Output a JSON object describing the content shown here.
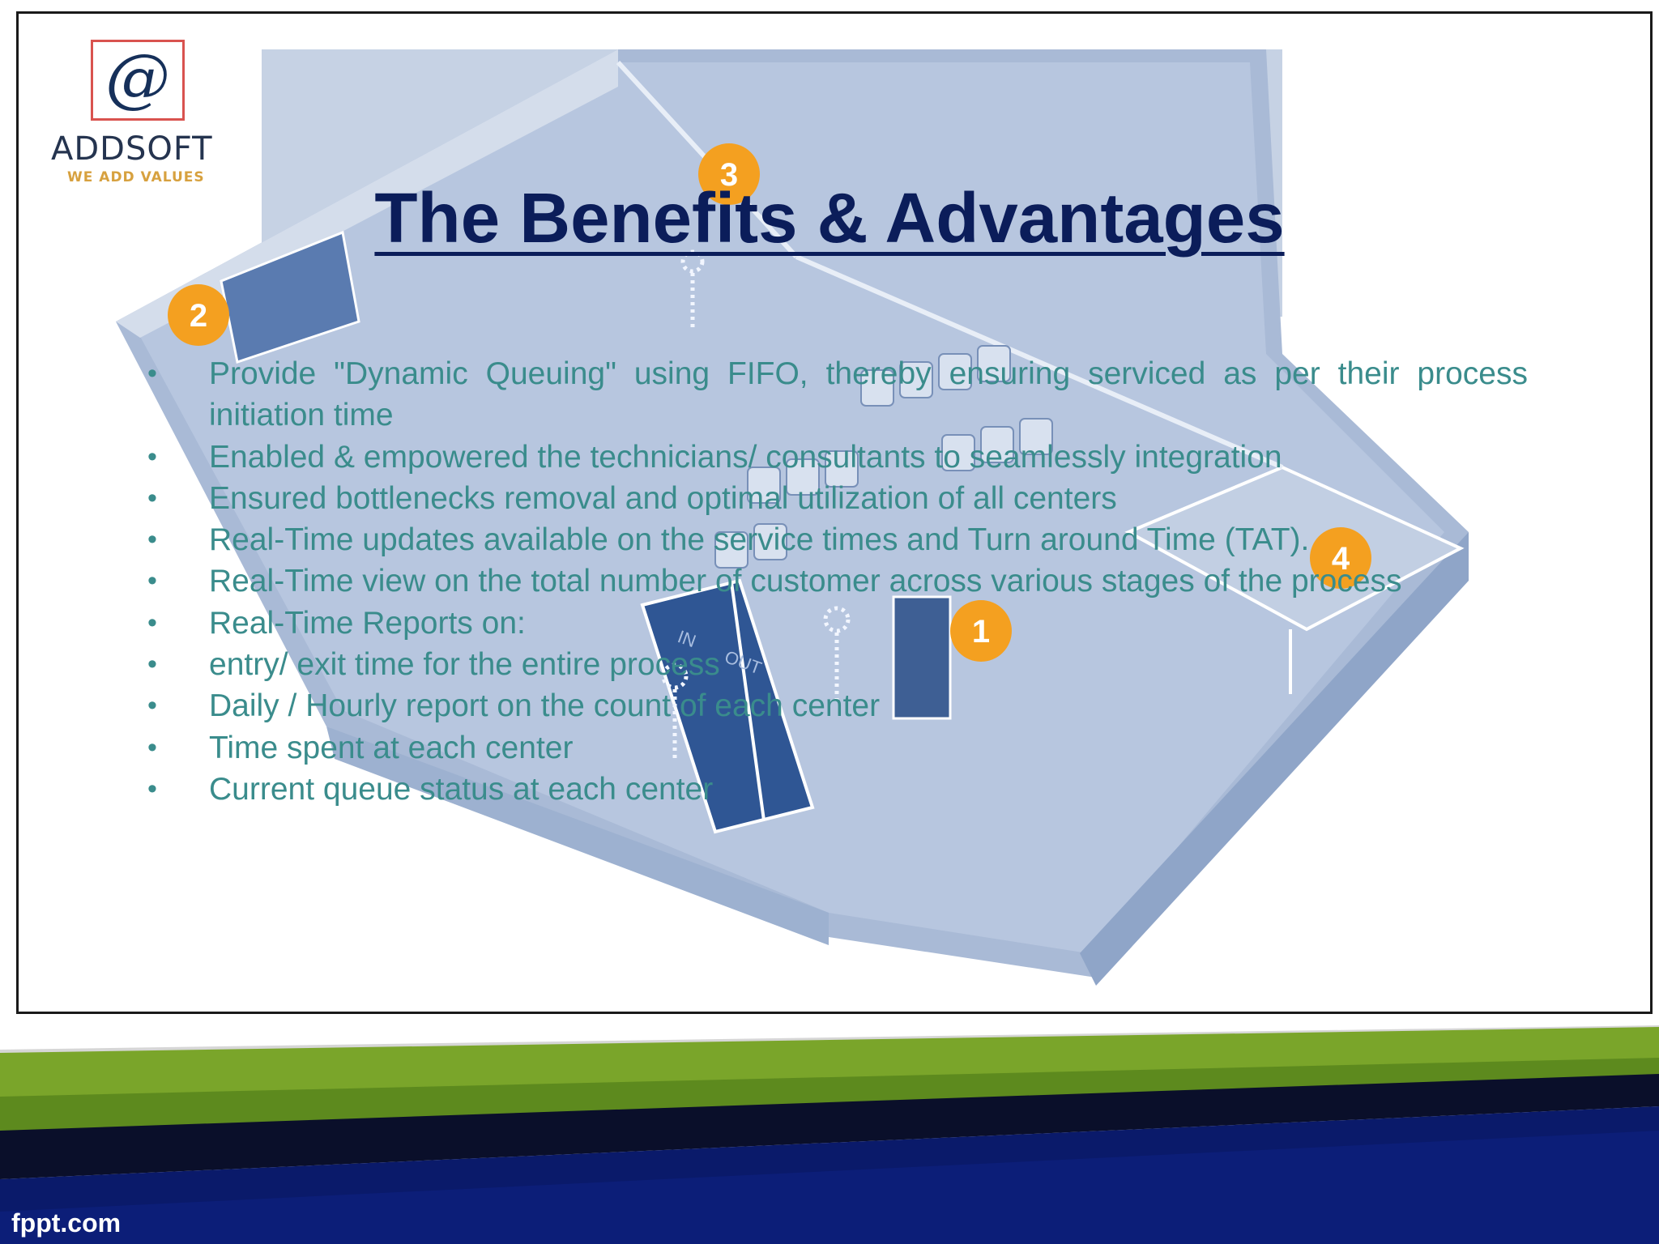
{
  "slide": {
    "title": "The Benefits & Advantages",
    "bullet_symbol": "•",
    "bullets": [
      "Provide \"Dynamic Queuing\" using FIFO, thereby ensuring serviced as per their process initiation time",
      "Enabled & empowered the technicians/ consultants to seamlessly integration",
      "Ensured bottlenecks removal and optimal utilization of all centers",
      "Real-Time updates available on the service times and Turn around Time (TAT).",
      "Real-Time view on the total number of customer across various stages of the process",
      "Real-Time Reports on:",
      "entry/ exit time for the entire process",
      "Daily / Hourly report on the count of each center",
      "Time spent at each center",
      "Current queue status at each center"
    ]
  },
  "logo": {
    "symbol": "@",
    "name": "ADDSOFT",
    "tagline": "WE ADD VALUES",
    "border_color": "#d9534f",
    "tagline_color": "#d7a13f"
  },
  "illustration": {
    "markers": [
      "1",
      "2",
      "3",
      "4"
    ],
    "door_labels": [
      "IN",
      "OUT"
    ],
    "marker_color": "#f4a020"
  },
  "footer": {
    "brand": "fppt.com"
  },
  "colors": {
    "title": "#0b1d5a",
    "bullet_text": "#3a8c8c",
    "footer_green": "#7aa52a",
    "footer_navy": "#0a1a6a"
  }
}
